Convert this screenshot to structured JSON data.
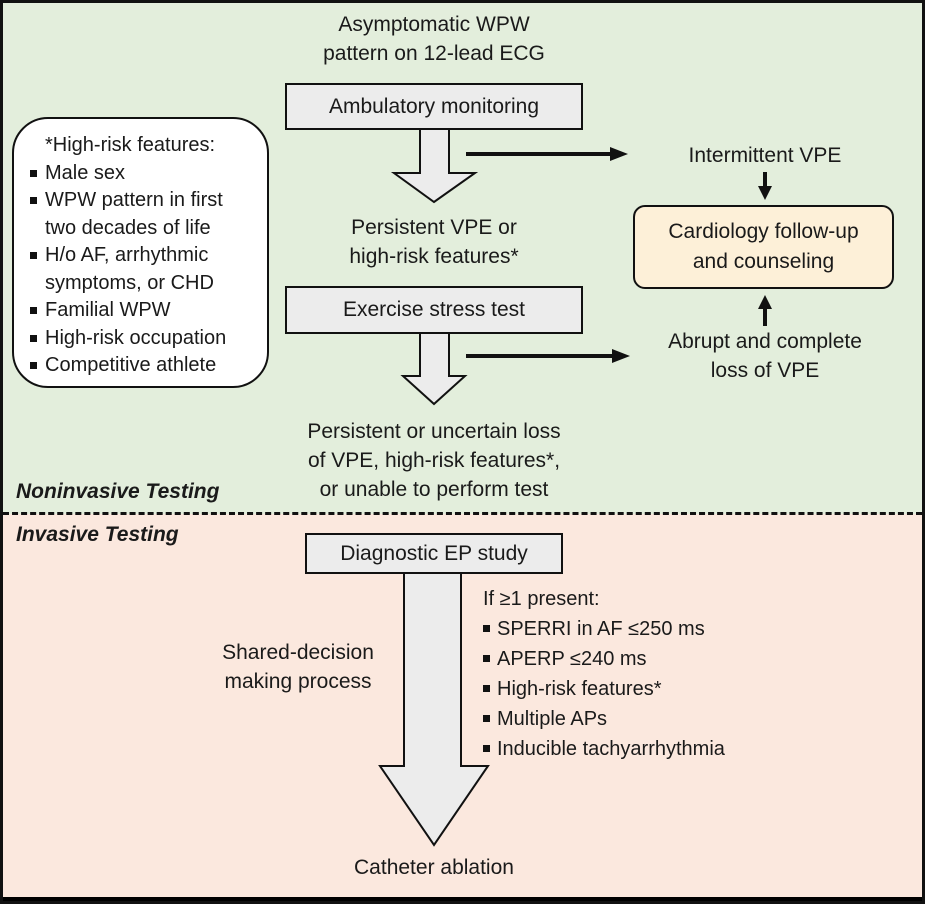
{
  "zones": {
    "noninvasive_label": "Noninvasive Testing",
    "invasive_label": "Invasive Testing",
    "noninvasive_color": "#e3eedc",
    "invasive_color": "#fbe8de"
  },
  "flow": {
    "start_line1": "Asymptomatic WPW",
    "start_line2": "pattern on 12-lead ECG",
    "step1": "Ambulatory monitoring",
    "after_step1_line1": "Persistent VPE or",
    "after_step1_line2": "high-risk features*",
    "step2": "Exercise stress test",
    "after_step2_line1": "Persistent or uncertain loss",
    "after_step2_line2": "of VPE, high-risk features*,",
    "after_step2_line3": "or unable to perform test",
    "step3": "Diagnostic EP study",
    "shared_line1": "Shared-decision",
    "shared_line2": "making process",
    "end": "Catheter ablation"
  },
  "side": {
    "intermittent": "Intermittent VPE",
    "cardiology_line1": "Cardiology follow-up",
    "cardiology_line2": "and counseling",
    "abrupt_line1": "Abrupt and complete",
    "abrupt_line2": "loss of VPE",
    "cardiology_color": "#fdf0d8"
  },
  "high_risk": {
    "title": "*High-risk features:",
    "items": [
      [
        "Male sex"
      ],
      [
        "WPW pattern in first",
        "two decades of life"
      ],
      [
        "H/o AF, arrhythmic",
        "symptoms, or CHD"
      ],
      [
        "Familial WPW"
      ],
      [
        "High-risk occupation"
      ],
      [
        "Competitive athlete"
      ]
    ]
  },
  "ep_criteria": {
    "title": "If ≥1 present:",
    "items": [
      "SPERRI in AF ≤250 ms",
      "APERP ≤240 ms",
      "High-risk features*",
      "Multiple APs",
      "Inducible tachyarrhythmia"
    ]
  }
}
